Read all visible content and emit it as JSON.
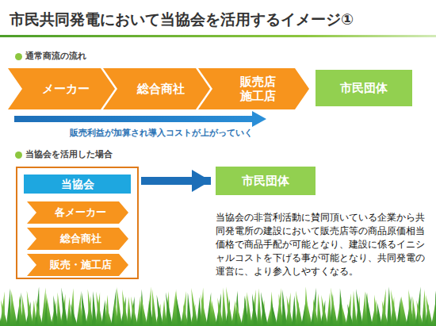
{
  "diagram": {
    "title": "市民共同発電において当協会を活用するイメージ①",
    "nodes": [
      {
        "text": [
          "メーカー"
        ]
      },
      {
        "text": [
          "総合商社"
        ]
      },
      {
        "text": [
          "販売店 施工店"
        ]
      },
      {
        "text": [
          "市民団体"
        ]
      },
      {
        "text": []
      },
      {
        "text": [
          "当協会"
        ],
        "in": 4
      },
      {
        "text": [
          "各メーカー"
        ],
        "in": 4
      },
      {
        "text": [
          "総合商社"
        ],
        "in": 4
      },
      {
        "text": [
          "販売・施工店"
        ],
        "in": 4
      },
      {
        "text": [
          "市民団体"
        ]
      }
    ],
    "edges": [
      {
        "from": 4,
        "to": 9,
        "arrow": "to"
      }
    ],
    "labels": [
      "通常商流の流れ",
      "販売利益が加算され導入コストが上がっていく",
      "当協会を活用した場合",
      "当協会の非営利活動に賛同頂いている企業から共同発電所の建設において販売店等の商品原価相当価格で商品手配が可能となり、建設に係るイニシャルコストを下げる事が可能となり、共同発電の運営に、より参入しやすくなる。"
    ]
  }
}
